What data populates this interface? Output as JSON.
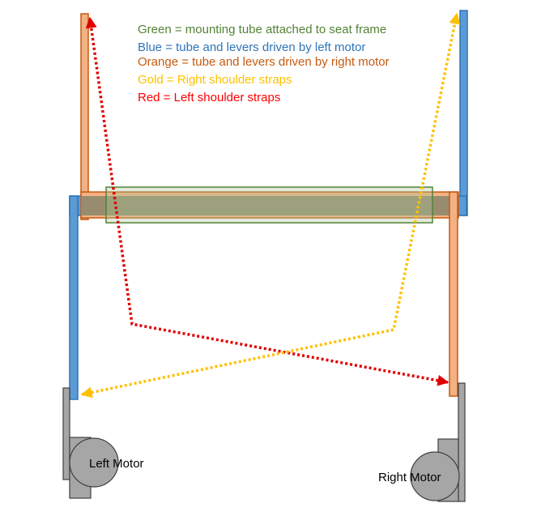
{
  "legend": [
    {
      "text": "Green = mounting tube attached to seat frame",
      "color": "#548235"
    },
    {
      "text": "Blue = tube and levers driven by left motor",
      "color": "#2e75b6"
    },
    {
      "text": "Orange = tube and levers driven by right motor",
      "color": "#c55a11"
    },
    {
      "text": "Gold = Right shoulder straps",
      "color": "#ffc000"
    },
    {
      "text": "Red = Left shoulder straps",
      "color": "#ff0000"
    }
  ],
  "motors": {
    "left_label": "Left Motor",
    "right_label": "Right Motor"
  },
  "colors": {
    "green_fill": "#a9c59a",
    "green_stroke": "#548235",
    "blue_fill": "#5b9bd5",
    "blue_stroke": "#2e75b6",
    "orange_fill": "#f4b183",
    "orange_stroke": "#c55a11",
    "overlap_fill": "#8d8a6c",
    "gold_strap": "#ffc000",
    "red_strap": "#e00000",
    "motor_fill": "#a6a6a6",
    "motor_stroke": "#404040"
  }
}
